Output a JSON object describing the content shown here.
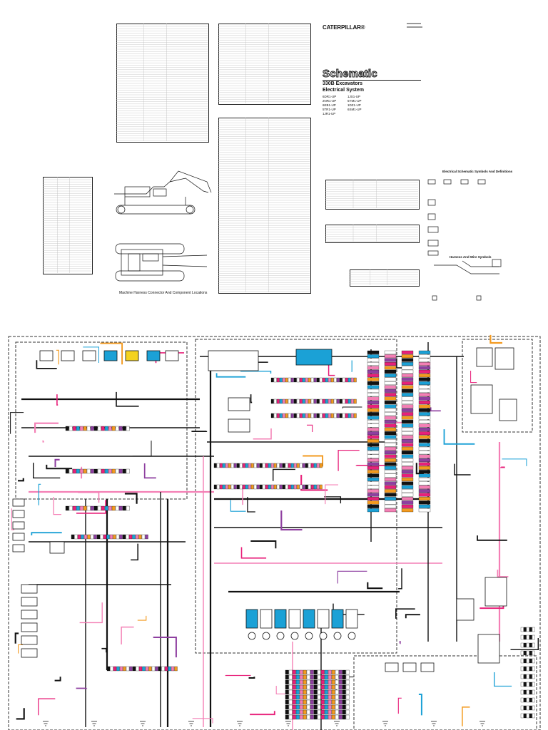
{
  "header": {
    "brand": "CATERPILLAR®",
    "title": "Schematic",
    "model": "330B Excavators",
    "system": "Electrical System"
  },
  "serial_prefixes": {
    "left": [
      "6DR1-UP",
      "2NR1-UP",
      "6EB1-UP",
      "5TR1-UP",
      "1JR1-UP"
    ],
    "right": [
      "1JS1-UP",
      "5YM1-UP",
      "1DZ1-UP",
      "6SM1-UP"
    ]
  },
  "sections": {
    "symbols_title": "Electrical Schematic Symbols And Definitions",
    "wire_title": "Harness And Wire Symbols",
    "locations_caption": "Machine Harness Connector And Component Locations"
  },
  "colors": {
    "wire_black": "#111111",
    "wire_red": "#e8207a",
    "wire_pink": "#f47fb5",
    "wire_blue": "#1ba1d6",
    "wire_orange": "#f39a1f",
    "wire_yellow": "#f4d21f",
    "wire_purple": "#8e3fa0",
    "wire_green": "#3aa64a",
    "dash_border": "#333333"
  }
}
